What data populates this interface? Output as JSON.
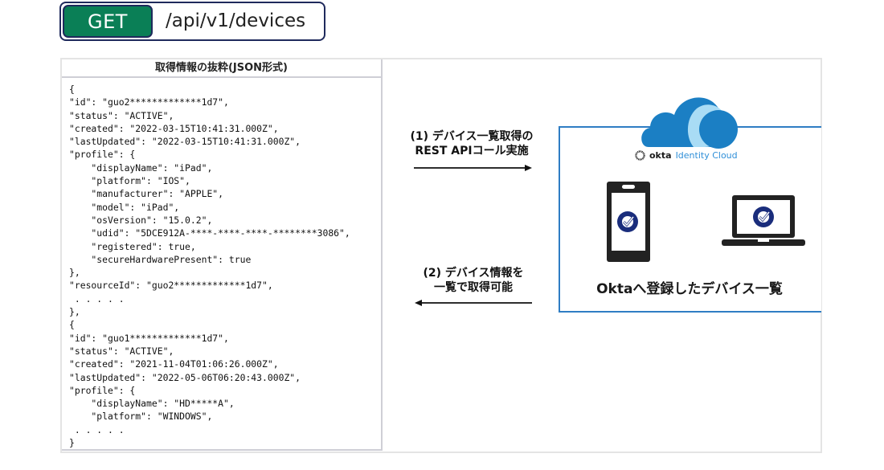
{
  "endpoint": {
    "method": "GET",
    "path": "/api/v1/devices",
    "method_color": "#0a7f56"
  },
  "json_panel": {
    "title": "取得情報の抜粋(JSON形式)",
    "lines": [
      "{",
      "\"id\": \"guo2*************1d7\",",
      "\"status\": \"ACTIVE\",",
      "\"created\": \"2022-03-15T10:41:31.000Z\",",
      "\"lastUpdated\": \"2022-03-15T10:41:31.000Z\",",
      "\"profile\": {",
      "    \"displayName\": \"iPad\",",
      "    \"platform\": \"IOS\",",
      "    \"manufacturer\": \"APPLE\",",
      "    \"model\": \"iPad\",",
      "    \"osVersion\": \"15.0.2\",",
      "    \"udid\": \"5DCE912A-****-****-****-********3086\",",
      "    \"registered\": true,",
      "    \"secureHardwarePresent\": true",
      "},",
      "\"resourceId\": \"guo2*************1d7\",",
      " . . . . .",
      "},",
      "{",
      "\"id\": \"guo1*************1d7\",",
      "\"status\": \"ACTIVE\",",
      "\"created\": \"2021-11-04T01:06:26.000Z\",",
      "\"lastUpdated\": \"2022-05-06T06:20:43.000Z\",",
      "\"profile\": {",
      "    \"displayName\": \"HD*****A\",",
      "    \"platform\": \"WINDOWS\",",
      " . . . . .",
      "}"
    ]
  },
  "flow": {
    "step1": {
      "line1": "(1) デバイス一覧取得の",
      "line2": "REST APIコール実施",
      "direction": "right"
    },
    "step2": {
      "line1": "(2) デバイス情報を",
      "line2": "一覧で取得可能",
      "direction": "left"
    }
  },
  "okta": {
    "brand": "okta",
    "product": "Identity Cloud",
    "caption": "Oktaへ登録したデバイス一覧",
    "accent_color": "#2f7dc4",
    "devices": [
      "smartphone",
      "laptop"
    ]
  }
}
